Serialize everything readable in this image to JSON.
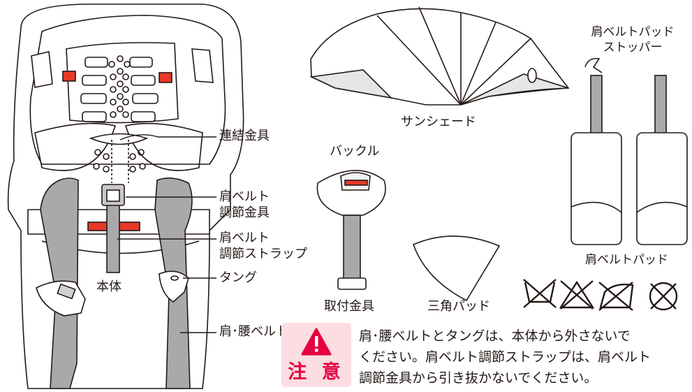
{
  "labels": {
    "connector": "連結金具",
    "shoulder_adjuster_1": "肩ベルト",
    "shoulder_adjuster_2": "調節金具",
    "adjust_strap_1": "肩ベルト",
    "adjust_strap_2": "調節ストラップ",
    "body": "本体",
    "tongue": "タング",
    "shoulder_waist_belt": "肩･腰ベルト",
    "sunshade": "サンシェード",
    "buckle": "バックル",
    "mount_fitting": "取付金具",
    "triangle_pad": "三角パッド",
    "stopper_1": "肩ベルトパッド",
    "stopper_2": "ストッパー",
    "shoulder_pad": "肩ベルトパッド"
  },
  "caution": {
    "word": "注 意",
    "lines": [
      "肩･腰ベルトとタングは、本体から外さないで",
      "ください。肩ベルト調節ストラップは、肩ベルト",
      "調節金具から引き抜かないでください。"
    ]
  },
  "care_icons": [
    "no-wash-icon",
    "no-bleach-icon",
    "no-iron-icon",
    "no-dryclean-icon"
  ],
  "colors": {
    "warning": "#e50040",
    "warning_bg": "#fbdde2",
    "belt": "#a9a9a9",
    "buckle_red": "#e83828"
  }
}
